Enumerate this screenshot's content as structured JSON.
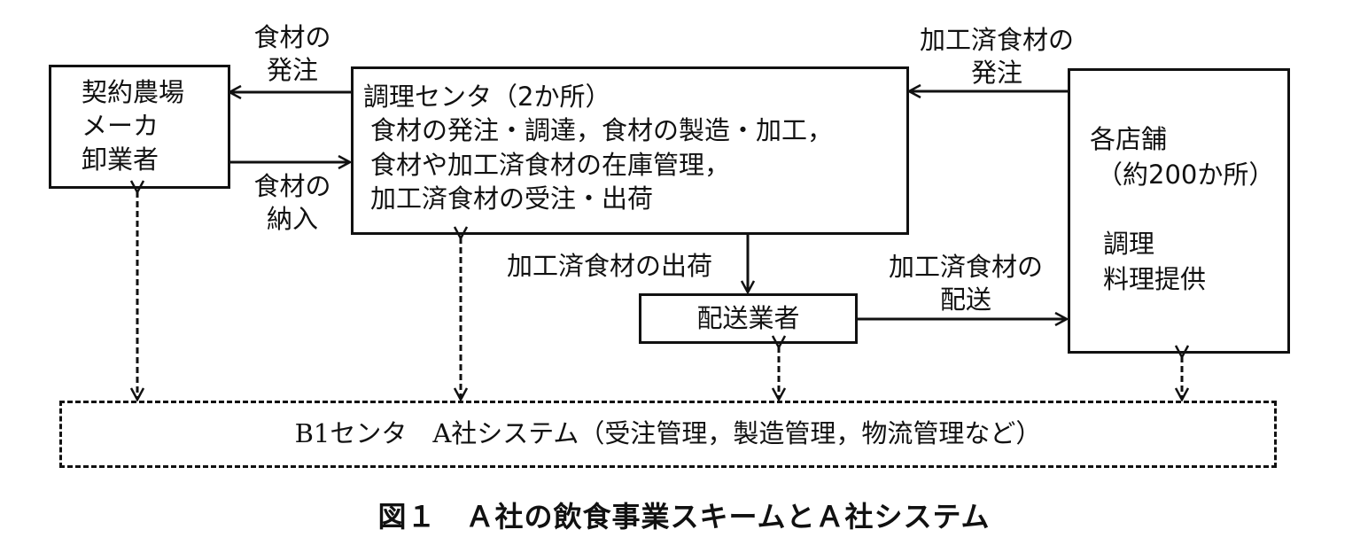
{
  "figure": {
    "caption": "図１　Ａ社の飲食事業スキームとＡ社システム"
  },
  "nodes": {
    "suppliers": {
      "lines": [
        "契約農場",
        "メーカ",
        "卸業者"
      ]
    },
    "kitchen_center": {
      "title": "調理センタ（2か所）",
      "lines": [
        "食材の発注・調達，食材の製造・加工，",
        "食材や加工済食材の在庫管理，",
        "加工済食材の受注・出荷"
      ]
    },
    "stores": {
      "title": "各店舗",
      "subtitle": "（約200か所）",
      "lines": [
        "調理",
        "料理提供"
      ]
    },
    "delivery": {
      "label": "配送業者"
    },
    "system": {
      "label": "B1センタ　A社システム（受注管理，製造管理，物流管理など）"
    }
  },
  "edges": {
    "order_ingredients": [
      "食材の",
      "発注"
    ],
    "deliver_ingredients": [
      "食材の",
      "納入"
    ],
    "order_processed": [
      "加工済食材の",
      "発注"
    ],
    "ship_processed": "加工済食材の出荷",
    "deliver_processed": [
      "加工済食材の",
      "配送"
    ]
  }
}
